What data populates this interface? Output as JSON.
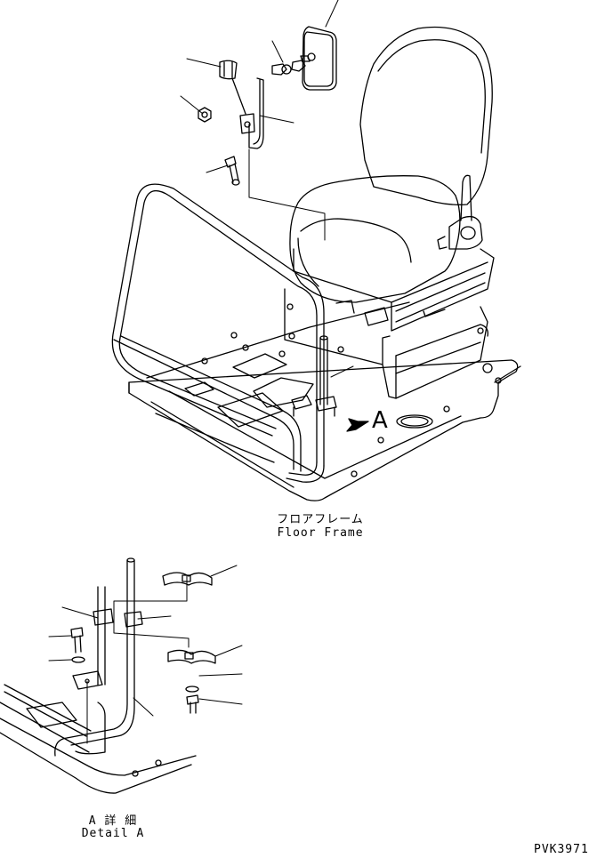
{
  "labels": {
    "floor_frame_jp": "フロアフレーム",
    "floor_frame_en": "Floor Frame",
    "detail_jp": "A 詳 細",
    "detail_en": "Detail A",
    "view_letter": "A",
    "drawing_code": "PVK3971"
  }
}
